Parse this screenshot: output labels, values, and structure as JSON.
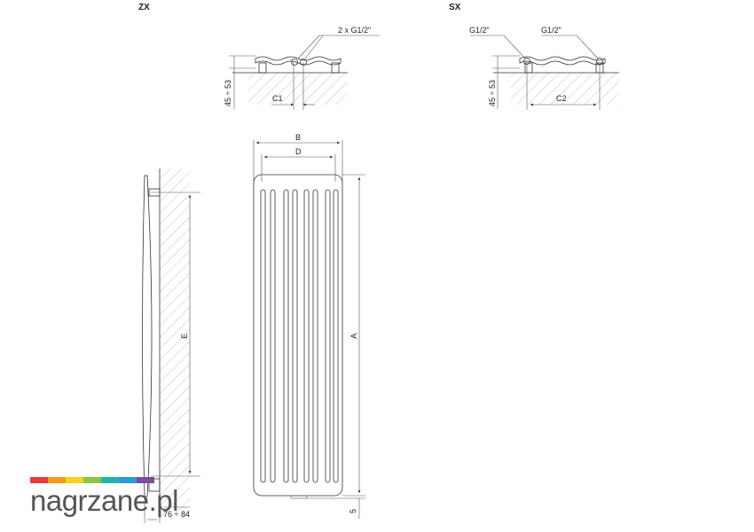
{
  "views": {
    "zx": {
      "title": "ZX",
      "connection_label": "2 x G1/2\"",
      "depth_label": "45 ÷ 53",
      "offset_label": "C1"
    },
    "sx": {
      "title": "SX",
      "left_connection_label": "G1/2\"",
      "right_connection_label": "G1/2\"",
      "depth_label": "45 ÷ 53",
      "spacing_label": "C2"
    },
    "front": {
      "overall_width_label": "B",
      "inner_width_label": "D",
      "height_label": "A",
      "bottom_offset_label": "5"
    },
    "side": {
      "axis_label": "E",
      "distance_label": "76 ÷ 84"
    }
  },
  "logo": {
    "text": "nagrzane.pl",
    "colors": [
      "#e73a3c",
      "#f39a1e",
      "#f6d21d",
      "#8cc63f",
      "#1fb5ad",
      "#2e9ad6",
      "#7c4c9e"
    ]
  }
}
